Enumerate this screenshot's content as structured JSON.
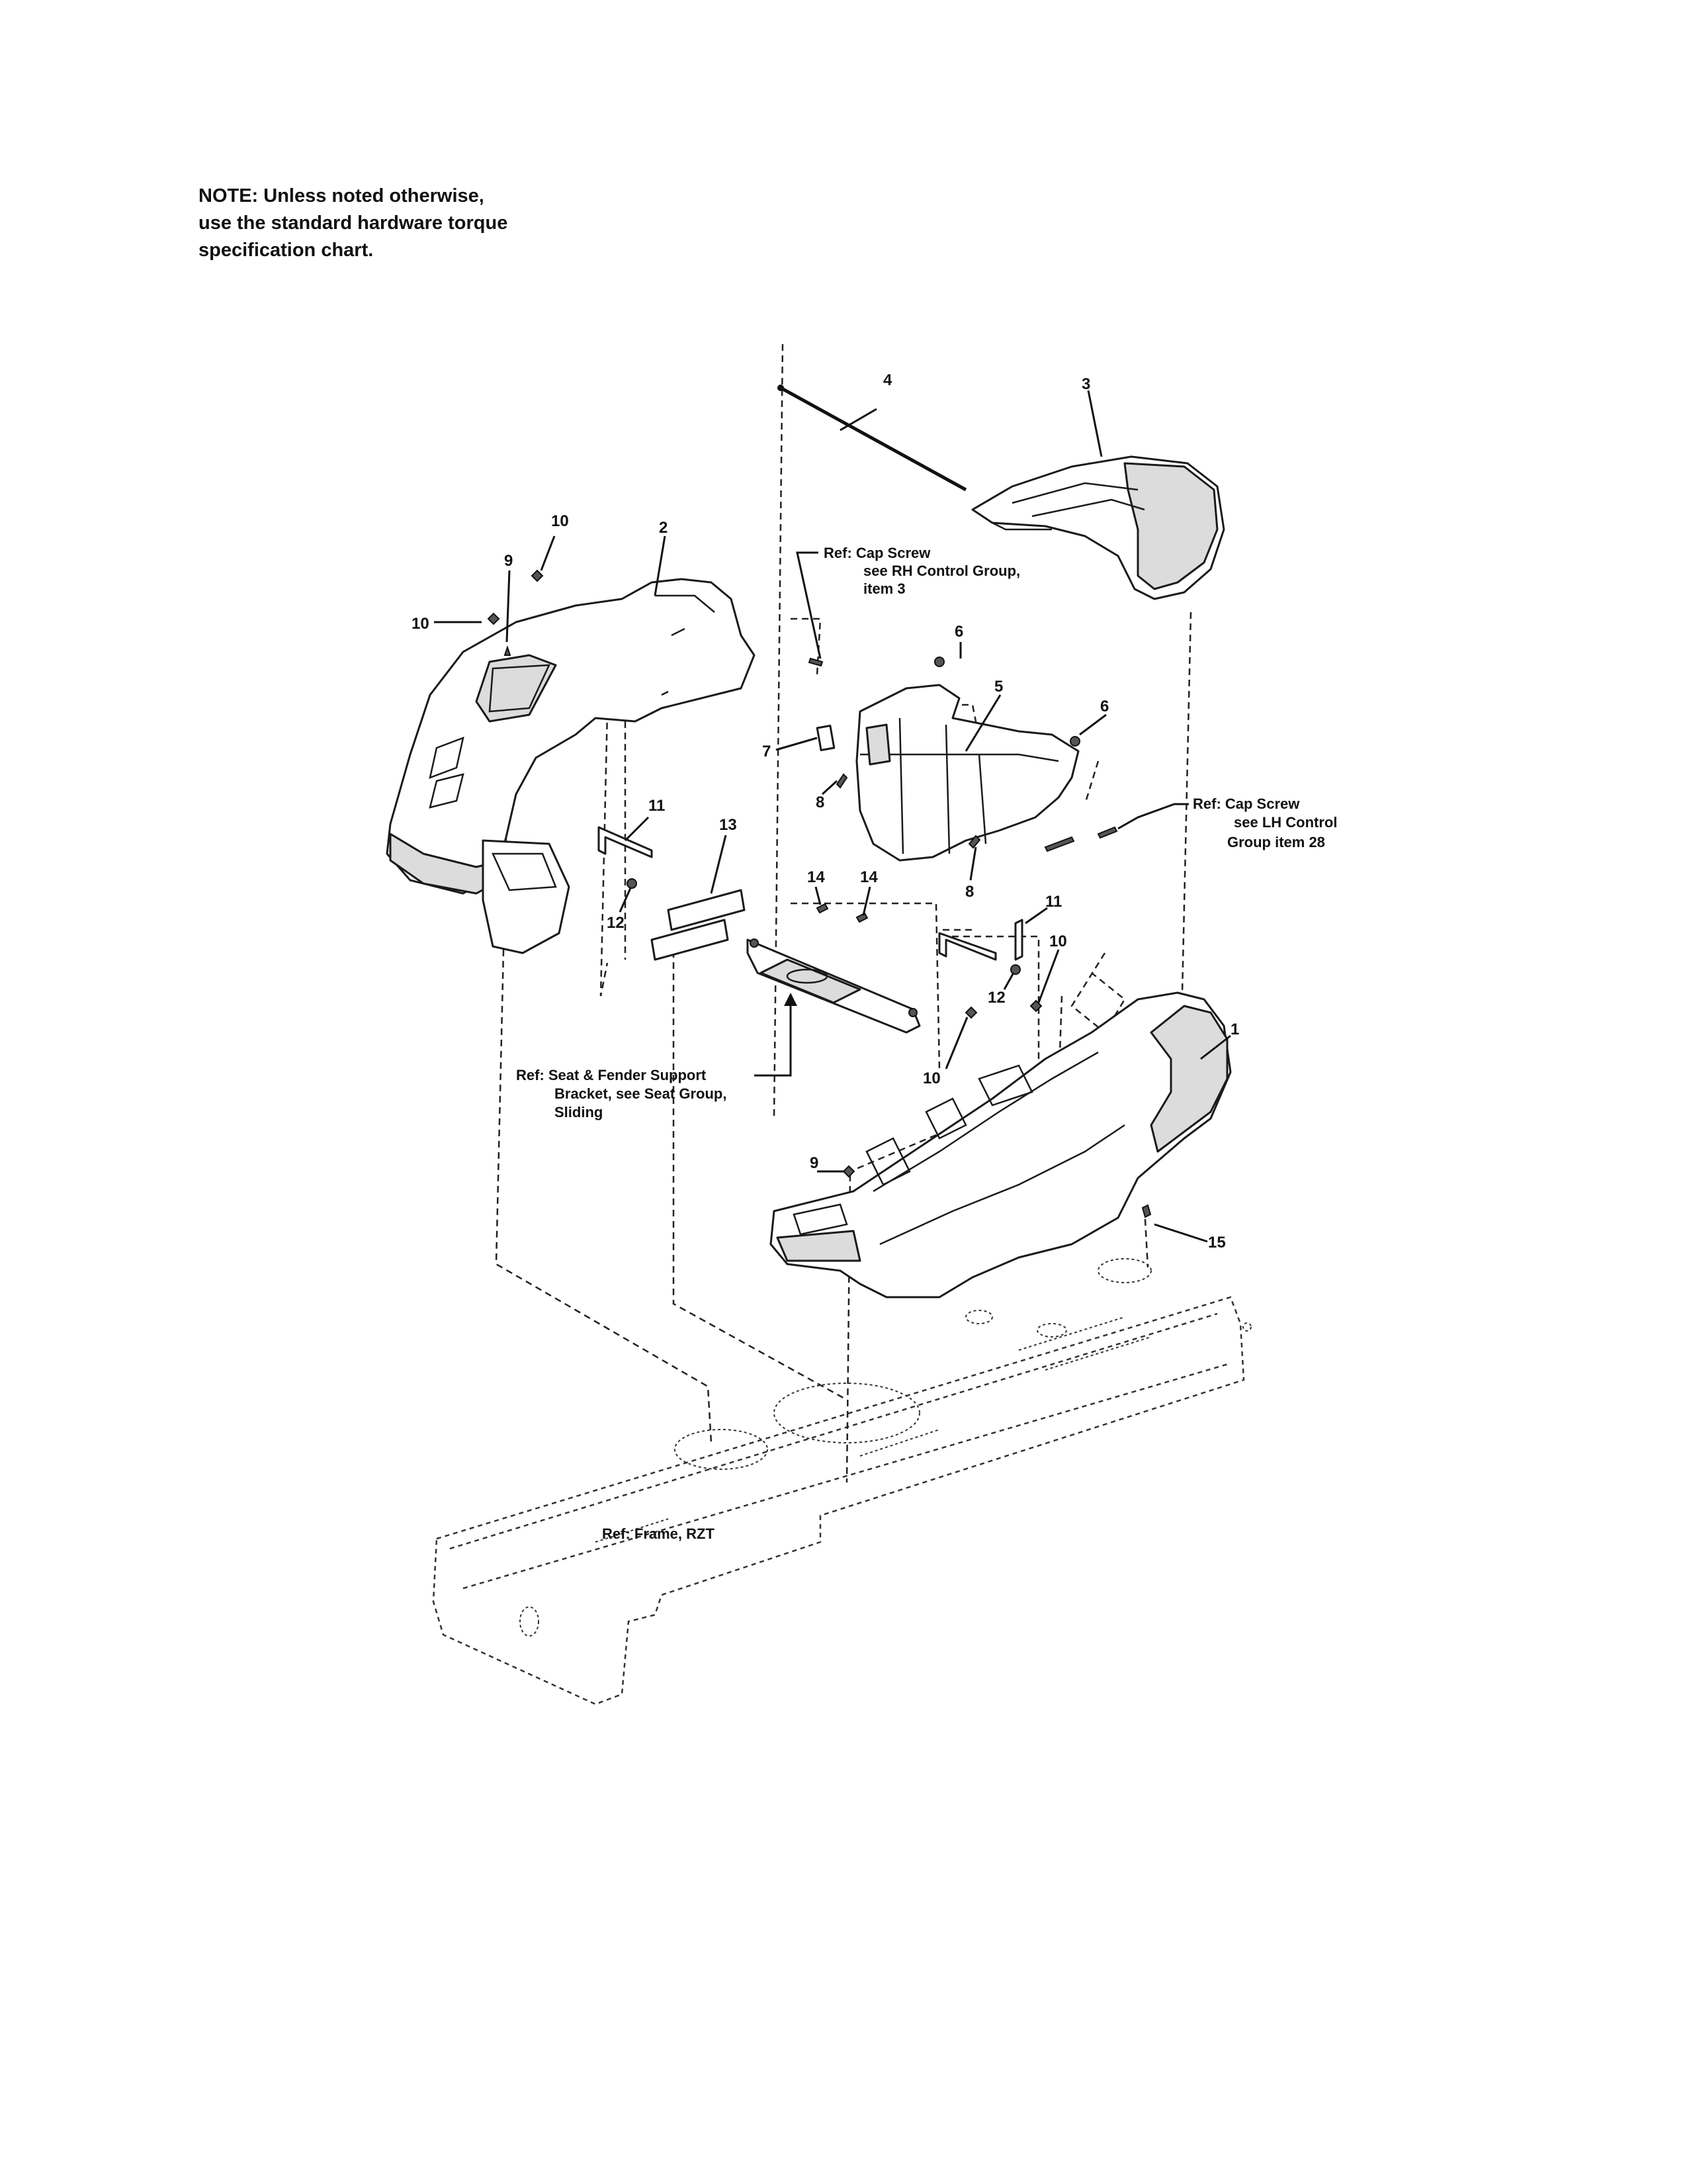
{
  "note": {
    "lines": [
      "NOTE: Unless noted otherwise,",
      "use the standard hardware torque",
      "specification chart."
    ]
  },
  "callouts": {
    "c1": "1",
    "c2": "2",
    "c3": "3",
    "c4": "4",
    "c5": "5",
    "c6a": "6",
    "c6b": "6",
    "c7": "7",
    "c8a": "8",
    "c8b": "8",
    "c9a": "9",
    "c9b": "9",
    "c10a": "10",
    "c10b": "10",
    "c10c": "10",
    "c10d": "10",
    "c11a": "11",
    "c11b": "11",
    "c12a": "12",
    "c12b": "12",
    "c13": "13",
    "c14a": "14",
    "c14b": "14",
    "c15": "15"
  },
  "references": {
    "rh_cap_screw": [
      "Ref: Cap Screw",
      "see RH Control Group,",
      "item 3"
    ],
    "lh_cap_screw": [
      "Ref: Cap Screw",
      "see LH Control",
      "Group  item 28"
    ],
    "seat_bracket": [
      "Ref: Seat & Fender Support",
      "Bracket, see Seat Group,",
      "Sliding"
    ],
    "frame": "Ref: Frame, RZT"
  }
}
